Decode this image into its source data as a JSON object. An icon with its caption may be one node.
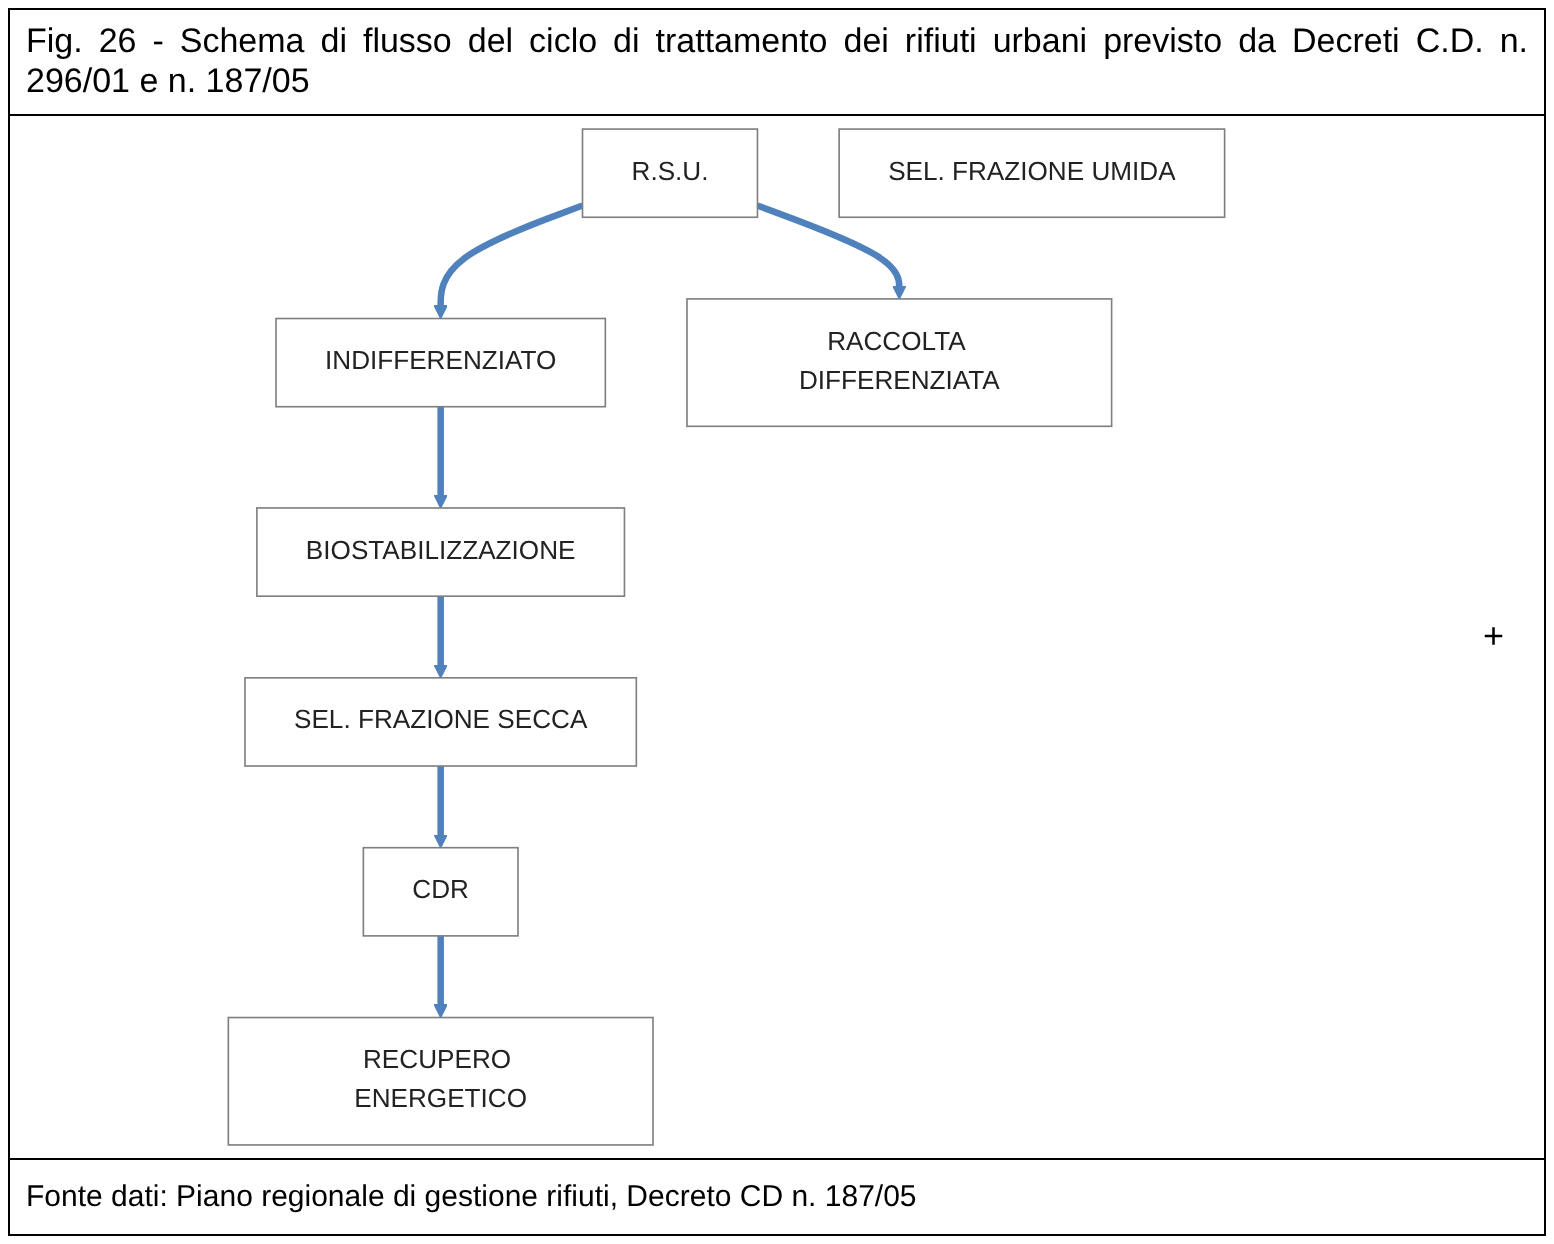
{
  "diagram": {
    "title": "Fig. 26 - Schema di flusso del ciclo di trattamento dei rifiuti urbani previsto da Decreti C.D. n. 296/01 e n. 187/05",
    "caption": "Fonte dati: Piano regionale di gestione rifiuti, Decreto CD n. 187/05",
    "nodes": [
      {
        "text": [
          "R.S.U."
        ]
      },
      {
        "text": [
          "INDIFFERENZIATO"
        ]
      },
      {
        "text": [
          "RACCOLTA DIFFERENZIATA"
        ]
      },
      {
        "text": [
          "BIOSTABILIZZAZIONE"
        ]
      },
      {
        "text": [
          "SEL. FRAZIONE SECCA"
        ]
      },
      {
        "text": [
          "CDR"
        ]
      },
      {
        "text": [
          "RECUPERO ENERGETICO"
        ]
      },
      {
        "text": [
          "SEL. FRAZIONE UMIDA"
        ]
      }
    ],
    "edges": [
      {
        "from": 0,
        "to": 1,
        "arrow": "to"
      },
      {
        "from": 0,
        "to": 2,
        "arrow": "to"
      },
      {
        "from": 1,
        "to": 3,
        "arrow": "to"
      },
      {
        "from": 3,
        "to": 4,
        "arrow": "to"
      },
      {
        "from": 4,
        "to": 5,
        "arrow": "to"
      },
      {
        "from": 5,
        "to": 6,
        "arrow": "to"
      }
    ],
    "labels": [
      "+"
    ]
  }
}
